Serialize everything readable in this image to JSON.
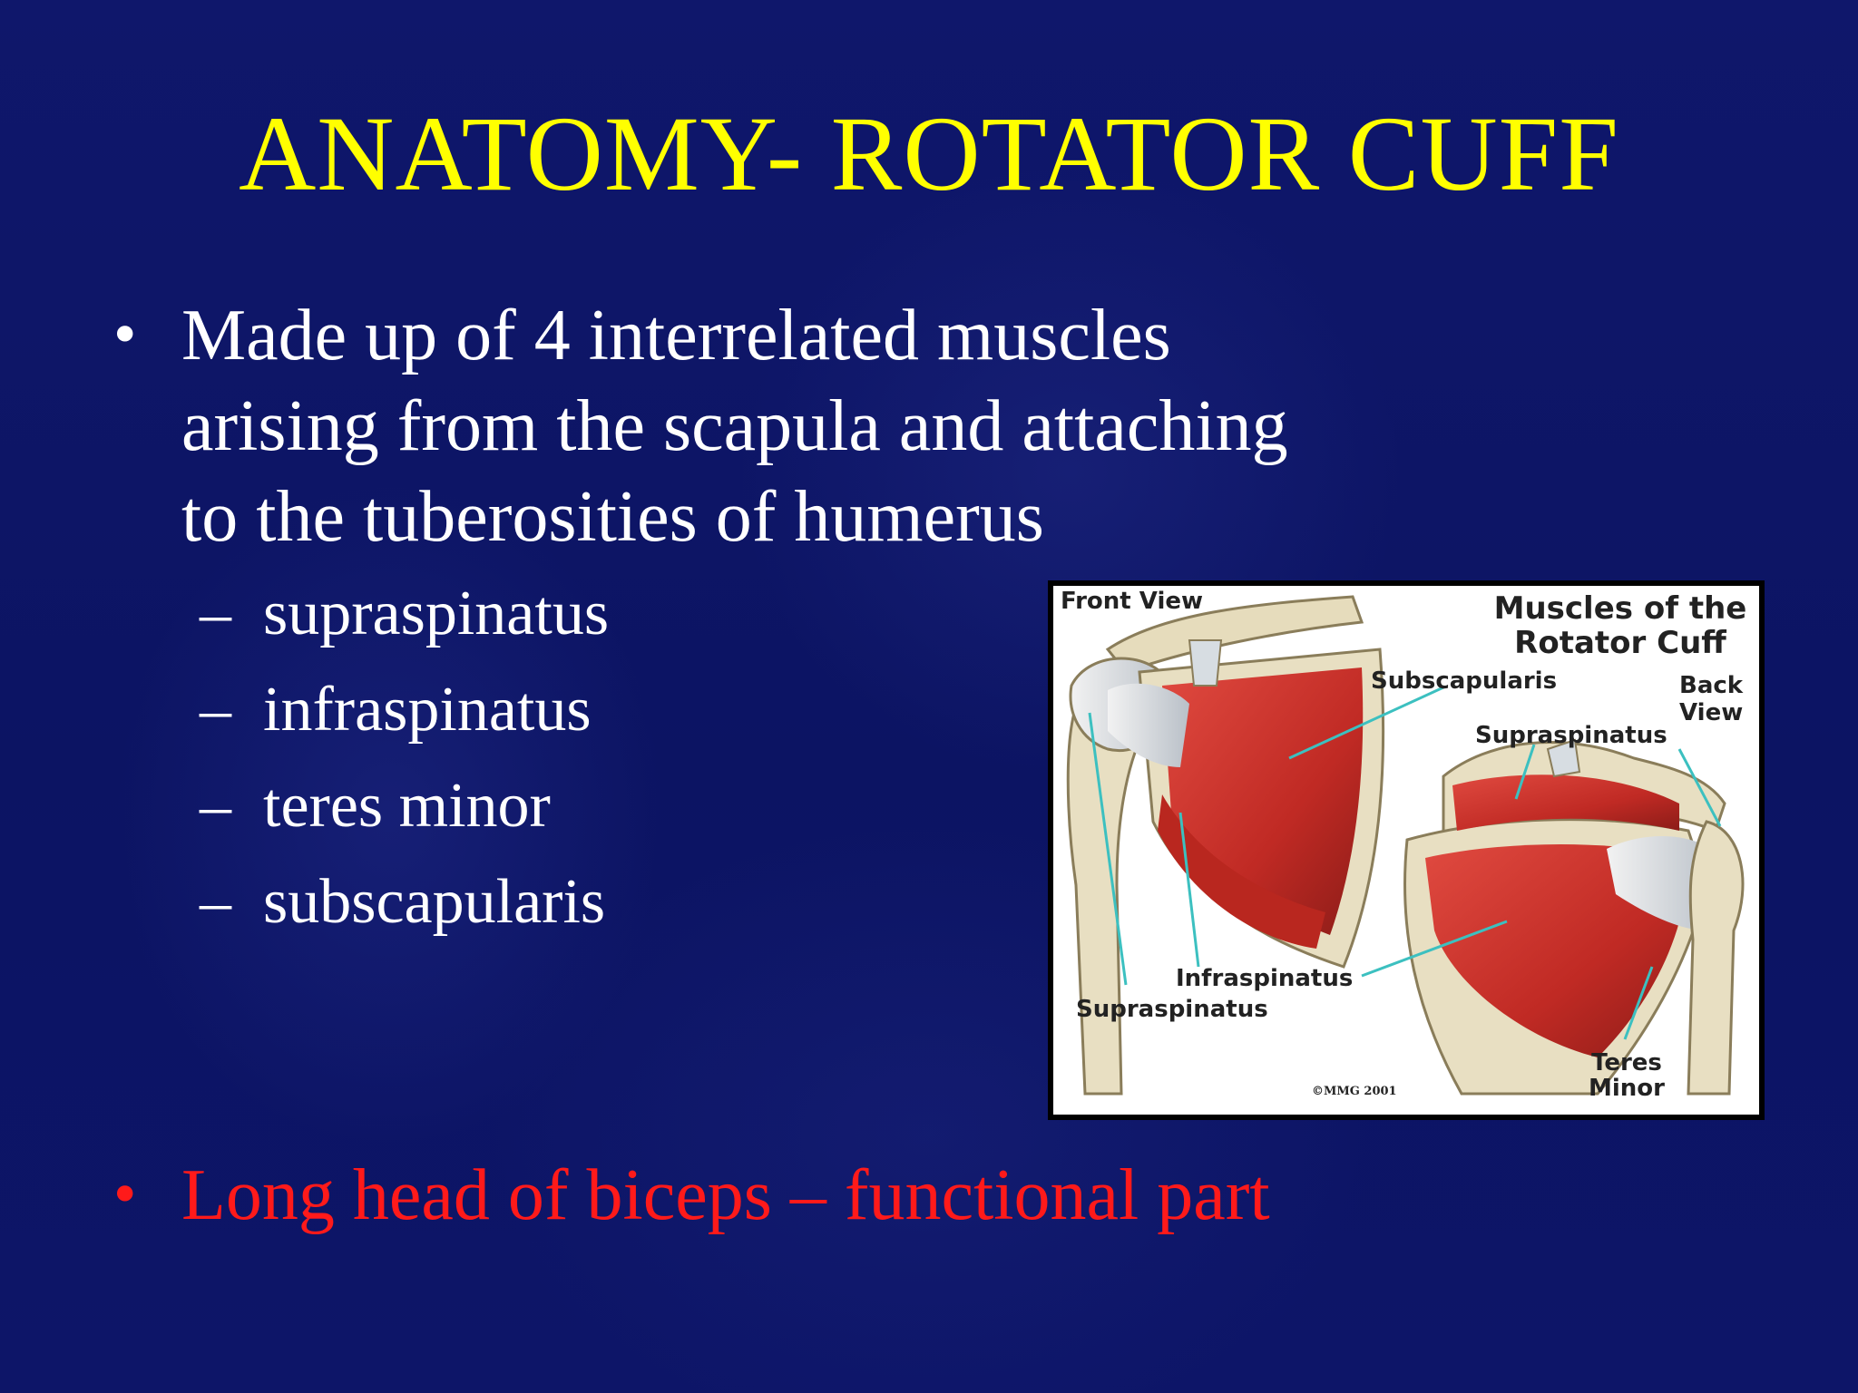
{
  "slide": {
    "title": "ANATOMY- ROTATOR CUFF",
    "bullets": [
      {
        "marker": "•",
        "lines": [
          "Made up of 4 interrelated muscles",
          "arising from the scapula and attaching",
          "to the tuberosities of humerus"
        ],
        "color": "#ffffff"
      },
      {
        "marker": "•",
        "lines": [
          "Long head of biceps – functional part"
        ],
        "color": "#ff1a1a"
      }
    ],
    "subitems": [
      {
        "dash": "–",
        "text": "supraspinatus"
      },
      {
        "dash": "–",
        "text": "infraspinatus"
      },
      {
        "dash": "–",
        "text": "teres minor"
      },
      {
        "dash": "–",
        "text": "subscapularis"
      }
    ],
    "title_color": "#ffff00",
    "background_color": "#0e1569"
  },
  "figure": {
    "title_line1": "Muscles of the",
    "title_line2": "Rotator Cuff",
    "front_view": "Front View",
    "back_view_line1": "Back",
    "back_view_line2": "View",
    "labels": {
      "subscapularis": "Subscapularis",
      "supraspinatus_back": "Supraspinatus",
      "infraspinatus": "Infraspinatus",
      "supraspinatus_front": "Supraspinatus",
      "teres_line1": "Teres",
      "teres_line2": "Minor"
    },
    "copyright": "©MMG 2001",
    "muscle_color": "#c8302a",
    "bone_color": "#e8dfc2",
    "leader_color": "#3cc0c0"
  }
}
